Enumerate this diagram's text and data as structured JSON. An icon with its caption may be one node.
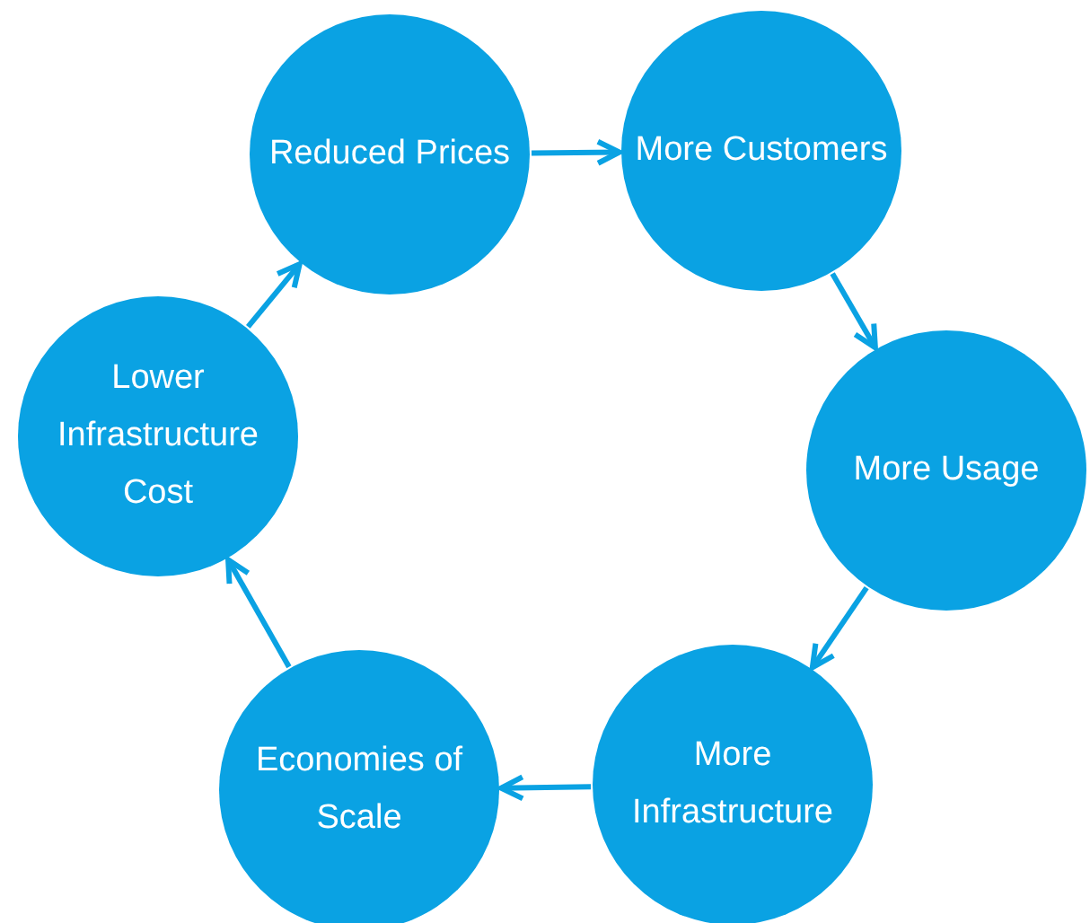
{
  "diagram": {
    "nodes": [
      {
        "text": [
          "Reduced Prices"
        ]
      },
      {
        "text": [
          "More Customers"
        ]
      },
      {
        "text": [
          "More Usage"
        ]
      },
      {
        "text": [
          "More Infrastructure"
        ]
      },
      {
        "text": [
          "Economies of Scale"
        ]
      },
      {
        "text": [
          "Lower Infrastructure Cost"
        ]
      }
    ],
    "edges": [
      {
        "from": 0,
        "to": 1,
        "arrow": "to"
      },
      {
        "from": 1,
        "to": 2,
        "arrow": "to"
      },
      {
        "from": 2,
        "to": 3,
        "arrow": "to"
      },
      {
        "from": 3,
        "to": 4,
        "arrow": "to"
      },
      {
        "from": 4,
        "to": 5,
        "arrow": "to"
      },
      {
        "from": 5,
        "to": 0,
        "arrow": "to"
      }
    ]
  }
}
